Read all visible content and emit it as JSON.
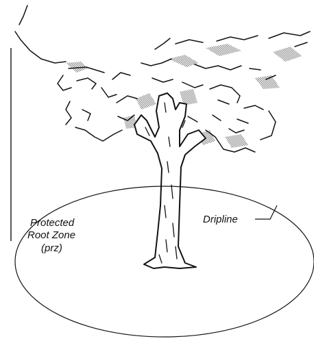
{
  "labels": {
    "prz_line1": "Protected",
    "prz_line2": "Root Zone",
    "prz_line3": "(prz)",
    "dripline": "Dripline"
  },
  "colors": {
    "ink": "#111111",
    "shade": "#b9b9b9",
    "background": "#ffffff"
  }
}
